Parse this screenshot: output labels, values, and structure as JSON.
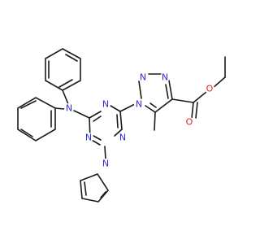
{
  "atoms": {
    "amine_n": "N",
    "triazine_n1": "N",
    "triazine_n3": "N",
    "triazine_n5": "N",
    "pyrrole_n": "N",
    "triazole_n1": "N",
    "triazole_n2": "N",
    "triazole_n3": "N",
    "carbonyl_o": "O",
    "ester_o": "O"
  },
  "colors": {
    "bond": "#1a1a1a",
    "nitrogen": "#2b2bd6",
    "oxygen": "#e01f1f",
    "background": "#ffffff"
  }
}
